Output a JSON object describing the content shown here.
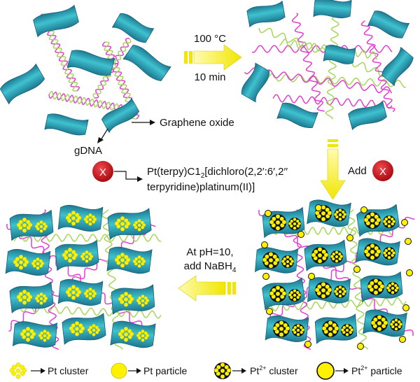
{
  "labels": {
    "step1_temp": "100 °C",
    "step1_time": "10 min",
    "graphene_oxide": "Graphene oxide",
    "gdna": "gDNA",
    "x_symbol": "X",
    "compound_line1": "Pt(terpy)C1",
    "compound_sub": "2",
    "compound_line1_rest": "[dichloro(2,2′:6′,2′′",
    "compound_line2": "terpyridine)platinum(II)]",
    "add": "Add",
    "ph_line1": "At pH=10,",
    "ph_line2_prefix": "add NaBH",
    "ph_line2_sub": "4"
  },
  "legend": {
    "pt_cluster": "Pt cluster",
    "pt_particle": "Pt particle",
    "pt2_cluster_prefix": "Pt",
    "pt2_cluster_sup": "2+",
    "pt2_cluster_suffix": " cluster",
    "pt2_particle_prefix": "Pt",
    "pt2_particle_sup": "2+",
    "pt2_particle_suffix": " particle"
  },
  "colors": {
    "sheet": "#2aa6b8",
    "sheet_dark": "#16617a",
    "dna_magenta": "#e23fd0",
    "dna_green": "#a6d65a",
    "arrow_yellow": "#f1e600",
    "particle_yellow": "#fff200",
    "x_red": "#c8161d"
  }
}
